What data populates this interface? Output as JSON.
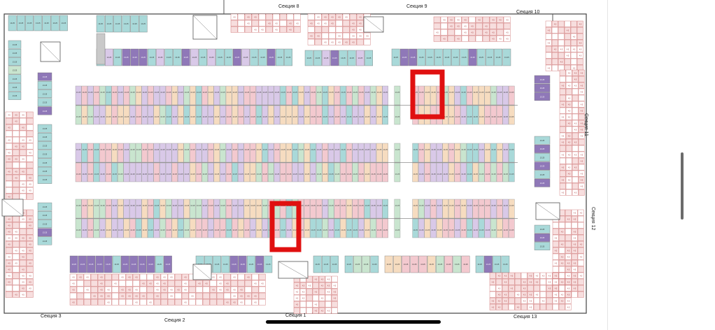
{
  "floor_plan": {
    "sections": {
      "s1": "Секция 1",
      "s2": "Секция 2",
      "s3": "Секция 3",
      "s8": "Секция 8",
      "s9": "Секция 9",
      "s10": "Секция 10",
      "s11": "Секция 11",
      "s12": "Секция 12",
      "s13": "Секция 13"
    },
    "space_label": "13.25",
    "highlights": [
      {
        "name": "highlighted-parking-space-top",
        "color": "#e01010"
      },
      {
        "name": "highlighted-parking-space-bottom",
        "color": "#e01010"
      }
    ],
    "space_colors": {
      "pink": "#f3c9cf",
      "peach": "#f6dcc0",
      "teal": "#a9d9d9",
      "lavender": "#d9c9e8",
      "purple": "#8f78b8",
      "mint": "#c9e5cf",
      "grey": "#c9c9c9",
      "storage_red": "#d9473d"
    }
  }
}
